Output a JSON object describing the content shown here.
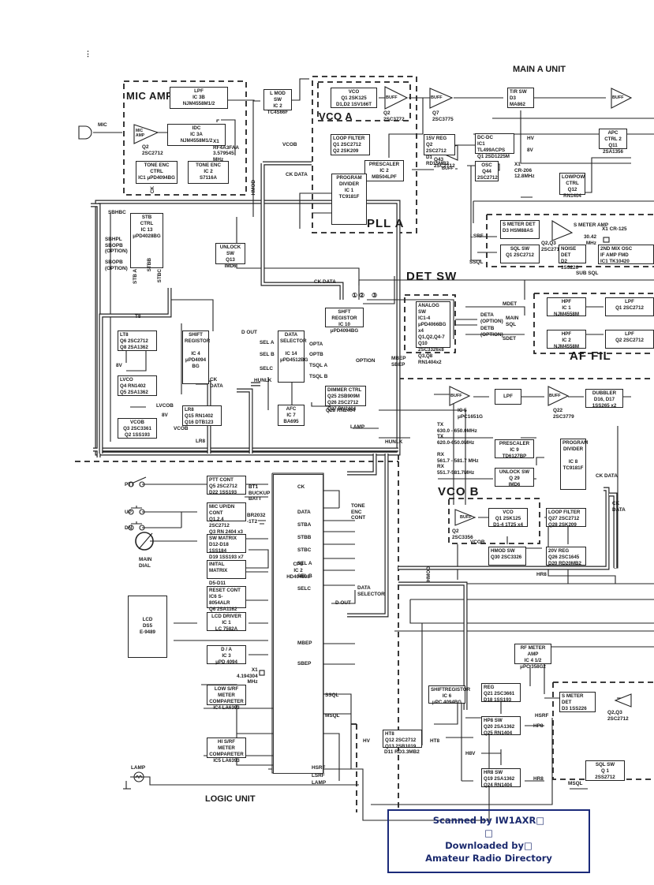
{
  "titles": {
    "main_a_unit": "MAIN A UNIT",
    "logic_unit": "LOGIC UNIT",
    "mic_amp": "MIC AMP",
    "vco_a": "VCO A",
    "pll_a": "PLL A",
    "det_sw": "DET SW",
    "af_fil": "AF FIL",
    "vco_b": "VCO B",
    "margin_mark": "⋮"
  },
  "mic_section": {
    "mic_label": "MIC",
    "mic_amp_tri": "MIC\nAMP",
    "q2": "Q2\n2SC2712",
    "lpf": "LPF\nIC 3B\nNJM4558M1/2",
    "idc": "IDC\nIC 3A\nNJM4558M1/2",
    "x1": "X1\nRF4A3FAA\n3.579545\nMHz",
    "tone_enc_ctrl": "TONE ENC\nCTRL\nIC1 μPD4094BG",
    "tone_enc": "TONE ENC\nIC 2\nS7116A",
    "ck": "CK"
  },
  "lmod": {
    "lmod_sw": "L MOD SW\nIC 2\nTC4S66F",
    "vcob": "VCOB",
    "ck_data": "CK DATA",
    "hmod": "HMOD"
  },
  "vco_a_section": {
    "vco": "VCO\nQ1  2SK125\nD1,D2 1SV166T",
    "buff": "BUFF",
    "q2": "Q2\n2SC3772",
    "loop_filter": "LOOP FILTER\nQ1 2SC2712\nQ2 2SK209",
    "prescaler": "PRESCALER\nIC 2\nMB504LPF",
    "program_divider": "PROGRAM\nDIVIDER\nIC 1\nTC9181F"
  },
  "main_top": {
    "buff_q7": "BUFF",
    "q7": "Q7\n2SC3775",
    "tr_sw": "T/R SW\nD3\nMA862",
    "buff_right": "BUFF",
    "reg_15v": "15V REG\nQ2 2SC2712\nD1 RD15MB2",
    "q43": "Q43\n2SC2712",
    "buff_mid": "BUFF",
    "dc_dc": "DC-DC\nIC1 TL499ACPS\nQ1 2SD1225M",
    "hv": "HV",
    "v8": "8V",
    "osc": "OSC\nQ44\n2SC2712",
    "x1": "X1\nCR-206\n12.8MHz",
    "apc": "APC\nCTRL 2\nQ11 2SA1356",
    "lowpow": "LOWPOW\nCTRL\nQ12 RN1404"
  },
  "smeter_section": {
    "smeter_det": "S METER DET\nD3 HSM88AS",
    "smeter_amp": "S METER AMP",
    "q23": "Q2,Q3\n2SC2712x2",
    "x1": "X1 CR-125",
    "freq": "30.42\nMHz",
    "mix": "2ND MIX OSC\nIF AMP FMD\nIC1 TK10420",
    "sql_sw": "SQL  SW\nQ1  2SC2712",
    "noise_det": "NOISE DET\nD2 1SS226",
    "lsrf": "LSRF",
    "ssql": "SSQL",
    "sub_sql": "SUB SQL"
  },
  "logic_upper": {
    "sbhbc": "SBHBC",
    "sbhpl": "SBHPL\nSBOPB\n(OPTION)",
    "sbopb": "SBOPB\n(OPTION)",
    "stb_ctrl": "STB\nCTRL\nIC 13\nμPD4028BG",
    "stbb": "STBB",
    "stba": "STB A",
    "stbc": "STBC",
    "unlock_sw": "UNLOCK SW\nQ13\nIMD6",
    "t8": "T8",
    "lt8": "LT8\nQ6 2SC2712\nQ8 2SA1362",
    "v8": "8V",
    "lvco": "LVCO\nQ4 RN1402\nQ5 2SA1362",
    "lvcob": "LVCOB",
    "vcob_blk": "VCOB\nQ3 2SC3361\nQ2 1SS193",
    "vcob": "VCOB",
    "shift_reg": "SHIFT\nREGISTOR\n\nIC 4\nμPD4094\nBG",
    "ck_data": "CK\nDATA",
    "lr8": "LR8\nQ15  RN1402\nQ16 DTB123",
    "lr8_out": "LR8",
    "v8_lr8": "8V"
  },
  "logic_mid": {
    "ck_data": "CK DATA",
    "shift_reg_ic10": "SHFT REGISTOR\nIC 10\nμPD4094BG",
    "marks": [
      "①",
      "②",
      "③"
    ],
    "d_out": "D OUT",
    "sela": "SEL A",
    "selb": "SEL B",
    "selc": "SELC",
    "hunlk": "HUNLK",
    "data_selector": "DATA\nSELECTOR\n\nIC 14\nμPD4512BG",
    "opta": "OPTA",
    "optb": "OPTB",
    "tsqla": "TSQL A",
    "tsqlb": "TSQL B",
    "option": "OPTION",
    "afc": "AFC\nIC 7\nBA695",
    "dimmer": "DIMMER CTRL\nQ25 2SB909M\nQ26 2SC2712\nQ27 RN2404",
    "q28": "Q28 RN2404",
    "lamp": "LAMP",
    "hunlk2": "HUNLK"
  },
  "det_sw_section": {
    "analog_sw": "ANALOG SW\nIC1-4\nμPD4066BG\nx4\nQ1,Q2,Q4-7\nQ10\n2SC3326x8\nQ3,Q8\nRN1404x2",
    "deta": "DETA\n(OPTION)",
    "detb": "DETB\n(OPTION)",
    "mdet": "MDET",
    "sdet": "SDET",
    "main_sql": "MAIN\nSQL",
    "mbep_sbep": "MBEP\nSBEP"
  },
  "af_fil_section": {
    "hpf1": "HPF\nIC 1\nNJM4558M",
    "hpf2": "HPF\nIC 2\nNJM4558M",
    "lpf1": "LPF\nQ1 2SC2712",
    "lpf2": "LPF\nQ2 2SC2712"
  },
  "vco_b_section": {
    "buff_ic5": "BUFF",
    "ic5": "IC 5\nμPC1651G",
    "lpf": "LPF",
    "buff_q22": "BUFF",
    "q22": "Q22\n2SC3779",
    "dubbler": "DUBBLER\nD16, D17\n1SS265 x2",
    "tx_freq": "TX\n630.0 - 650.0MHz\nTX\n620.0-650.0MHz",
    "rx_freq": "RX\n561.7 - 581.7 MHz\nRX\n551.7-581.7MHz",
    "prescaler": "PRESCALER\nIC 9\nTD6127BP",
    "program_divider": "PROGRAM\nDIVIDER\n\nIC 8\nTC9181F",
    "ck_data": "CK DATA",
    "ck_data2": "CK\nDATA",
    "unlock_sw": "UNLOCK SW\nQ 29\nIMD6",
    "buff": "BUFF",
    "q2": "Q2\n2SC3356",
    "vcob": "VCOB",
    "vco": "VCO\nQ1  2SK125\nD1-4 1T25 x4",
    "loop_filter": "LOOP FILTER\nQ27 2SC2712\nQ28 2SK209",
    "hmod_sw": "HMOD   SW\nQ30 2SC3326",
    "hr8": "HR8",
    "reg_20v": "20V REG\nQ26 2SC1645\nD20 RD20MB2",
    "hmod": "HMOD"
  },
  "logic_lower": {
    "ptt": "PTT",
    "up": "UP",
    "dn": "DN",
    "main_dial": "MAIN\nDIAL",
    "ptt_cont": "PTT CONT\nQ5 2SC2712\nD22 1SS193",
    "bt1": "BT1\nBUCKUP\nBATT",
    "br": "BR2032\n-1T2",
    "mic_updn": "MIC UP/DN CONT\nQ1,2,4 2SC2712\nQ3 RN 2404  x3",
    "sw_matrix": "SW MATRIX\nD12-D18 1SS184\nD19  1SS193   x7",
    "initial_matrix": "INITAL MATRIX\n\nD5-D11 1SS133x7",
    "reset_cont": "RESET CONT\nIC6 S-8054ALR\nQ6 2SA1162\nQ7 2SC2712",
    "lcd": "LCD\nDS5\nE-9489",
    "lcd_driver": "LCD  DRIVER\nIC 1\nLC 7582A",
    "cpu": "CPU\nIC 2\nHD404808",
    "da": "D / A\nIC 3\nμPD 4094",
    "x1": "X1\n4.194304\nMHz",
    "low_cmp": "LOW S/RF METER\nCOMPARETER\nIC4  LA6393",
    "hi_cmp": "HI S/RF METER\nCOMPARETER\nIC5 LA6393",
    "lamp": "LAMP",
    "cpu_pins": [
      "CK",
      "DATA",
      "STBA",
      "STBB",
      "STBC",
      "SEL A",
      "SEL B",
      "SELC",
      "D OUT",
      "MBEP",
      "SBEP",
      "SSQL",
      "MSQL"
    ],
    "tone_enc_cont": "TONE\nENC\nCONT",
    "data_selector": "DATA\nSELECTOR",
    "hsrf": "HSRF",
    "lsrf": "LSRF",
    "lamp_line": "LAMP"
  },
  "main_lower": {
    "shift_reg_ic6": "SHIFTREGISTOR\nIC 6\nμPC 4094BG",
    "ht8": "HT8\nQ12  2SC2712\nQ13  2SB1019",
    "d11": "D11  RD3.3MB2",
    "hv": "HV",
    "ht8_out": "HT8",
    "reg": "REG\nQ21  2SC3661\nD18  1SS193",
    "hp8_sw": "HP8 SW\nQ20 2SA1362\nQ25 RN1404",
    "hp8": "HP8",
    "h8v": "H8V",
    "hr8_sw": "HR8  SW\nQ19 2SA1362\nQ24 RN1404",
    "hr8": "HR8",
    "rf_meter_amp": "RF METER AMP\nIC 4  1/2\nμPC 358G2",
    "smeter_det": "S METER DET\nD3  1SS226",
    "q23": "Q2,Q3\n2SC2712",
    "hsrf": "HSRF",
    "msql": "MSQL",
    "sql_sw": "SQL  SW\nQ 1\n2SS2712"
  },
  "credit": {
    "text": "Scanned by IW1AXR□\n□\nDownloaded by□\nAmateur Radio Directory"
  }
}
